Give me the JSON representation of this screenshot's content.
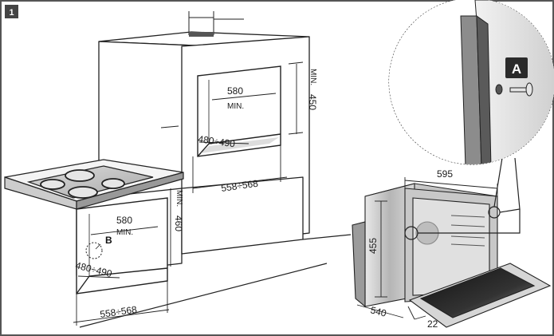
{
  "figure": {
    "number": "1",
    "callout_a": "A",
    "callout_b": "B"
  },
  "upper_niche": {
    "width_min_value": "580",
    "width_min_suffix": "MIN.",
    "depth": "480÷490",
    "outer_width": "558÷568",
    "height_min_prefix": "MIN.",
    "height_value": "450"
  },
  "lower_niche": {
    "width_min_value": "580",
    "width_min_suffix": "MIN.",
    "depth": "480÷490",
    "outer_width": "558÷568",
    "height_min_prefix": "MIN.",
    "height_value": "460"
  },
  "oven": {
    "width": "595",
    "height": "455",
    "depth": "540",
    "door_offset": "22"
  },
  "colors": {
    "frame": "#555555",
    "badge": "#444444",
    "wall_fill": "#ffffff",
    "line": "#222222"
  }
}
